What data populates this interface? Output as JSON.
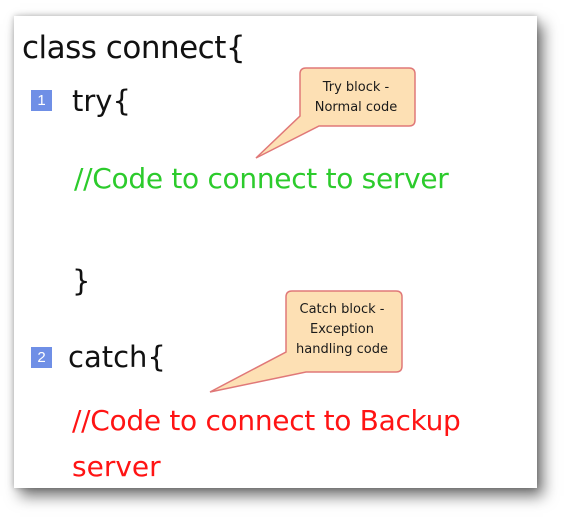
{
  "code": {
    "class_line": "class connect{",
    "try_line": "try{",
    "try_body": "//Code to connect to server",
    "try_close": "}",
    "catch_line": "catch{",
    "catch_body_1": "//Code to connect to Backup",
    "catch_body_2": "server"
  },
  "badges": {
    "first": "1",
    "second": "2"
  },
  "callouts": {
    "try_note_line1": "Try block -",
    "try_note_line2": "Normal code",
    "catch_note_line1": "Catch block -",
    "catch_note_line2": "Exception",
    "catch_note_line3": "handling code"
  },
  "colors": {
    "normal_code": "#2ccb2c",
    "exception_code": "#ff1414",
    "badge": "#6f8fe6",
    "callout_fill": "#fde0b4",
    "callout_stroke": "#e07878"
  }
}
